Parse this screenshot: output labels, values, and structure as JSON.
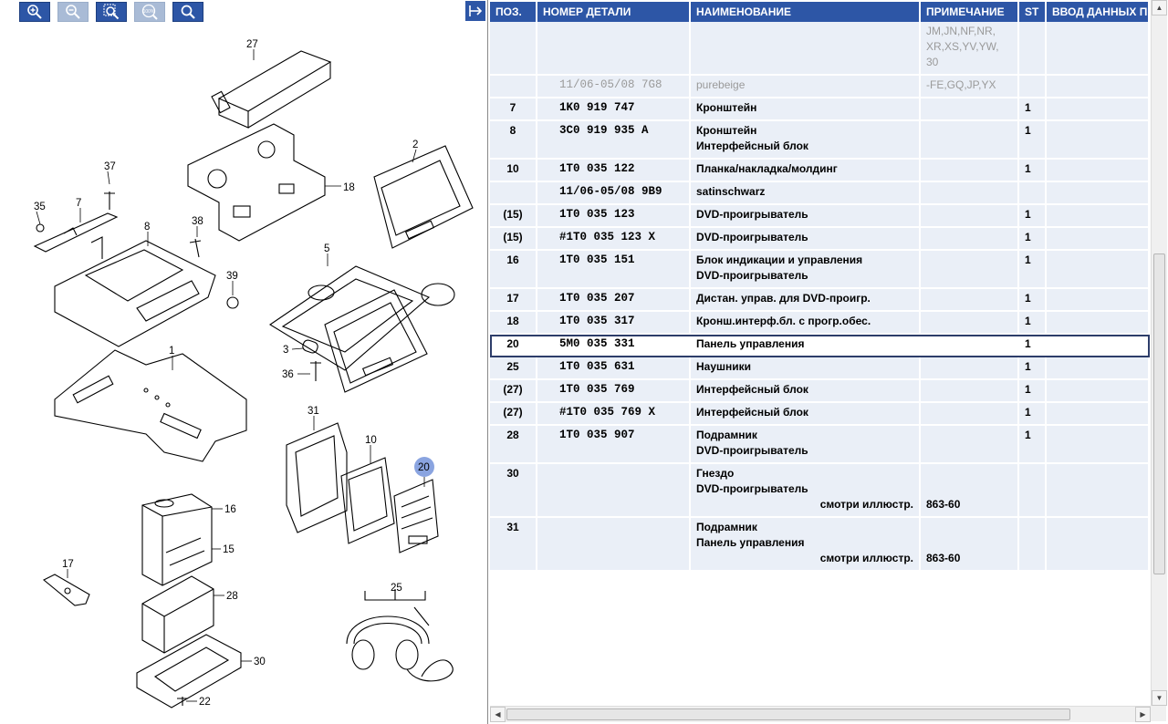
{
  "toolbar": {
    "buttons": [
      {
        "name": "zoom-in-button",
        "icon": "zoom-in-icon",
        "enabled": true
      },
      {
        "name": "zoom-out-button",
        "icon": "zoom-out-icon",
        "enabled": false
      },
      {
        "name": "zoom-area-button",
        "icon": "zoom-area-icon",
        "enabled": true
      },
      {
        "name": "zoom-100-button",
        "icon": "zoom-100-icon",
        "label": "100%",
        "enabled": false
      },
      {
        "name": "search-button",
        "icon": "search-icon",
        "enabled": true
      }
    ],
    "split_icon": "pin-arrow-icon"
  },
  "diagram": {
    "callouts": [
      "27",
      "18",
      "2",
      "37",
      "35",
      "7",
      "8",
      "38",
      "39",
      "5",
      "1",
      "3",
      "36",
      "31",
      "10",
      "20",
      "16",
      "15",
      "17",
      "28",
      "25",
      "30",
      "22"
    ],
    "highlighted_callout": "20"
  },
  "table": {
    "headers": {
      "pos": "ПОЗ.",
      "part": "НОМЕР ДЕТАЛИ",
      "name": "НАИМЕНОВАНИЕ",
      "note": "ПРИМЕЧАНИЕ",
      "st": "ST",
      "data": "ВВОД ДАННЫХ П"
    },
    "rows": [
      {
        "pos": "",
        "part": "",
        "name": "",
        "note_lines": [
          "JM,JN,NF,NR,",
          "XR,XS,YV,YW,",
          "30"
        ],
        "st": "",
        "grey": true
      },
      {
        "pos": "",
        "part": "11/06-05/08 7G8",
        "name": "purebeige",
        "note_lines": [
          "-FE,GQ,JP,YX"
        ],
        "st": "",
        "grey": true
      },
      {
        "pos": "7",
        "part": "1K0 919 747",
        "name_lines": [
          "Кронштейн"
        ],
        "st": "1"
      },
      {
        "pos": "8",
        "part": "3C0 919 935  A",
        "name_lines": [
          "Кронштейн",
          "Интерфейсный блок"
        ],
        "st": "1"
      },
      {
        "pos": "10",
        "part": "1T0 035 122",
        "name_lines": [
          "Планка/накладка/молдинг"
        ],
        "st": "1"
      },
      {
        "pos": "",
        "part": "11/06-05/08 9B9",
        "name_lines": [
          "satinschwarz"
        ],
        "st": ""
      },
      {
        "pos": "(15)",
        "part": "1T0 035 123",
        "name_lines": [
          "DVD-проигрыватель"
        ],
        "st": "1"
      },
      {
        "pos": "(15)",
        "part": "#1T0 035 123  X",
        "name_lines": [
          "DVD-проигрыватель"
        ],
        "st": "1"
      },
      {
        "pos": "16",
        "part": "1T0 035 151",
        "name_lines": [
          "Блок индикации и управления",
          "DVD-проигрыватель"
        ],
        "st": "1"
      },
      {
        "pos": "17",
        "part": "1T0 035 207",
        "name_lines": [
          "Дистан. управ. для DVD-проигр."
        ],
        "st": "1"
      },
      {
        "pos": "18",
        "part": "1T0 035 317",
        "name_lines": [
          "Кронш.интерф.бл. с прогр.обес."
        ],
        "st": "1"
      },
      {
        "pos": "20",
        "part": "5M0 035 331",
        "name_lines": [
          "Панель управления"
        ],
        "st": "1",
        "selected": true
      },
      {
        "pos": "25",
        "part": "1T0 035 631",
        "name_lines": [
          "Наушники"
        ],
        "st": "1"
      },
      {
        "pos": "(27)",
        "part": "1T0 035 769",
        "name_lines": [
          "Интерфейсный блок"
        ],
        "st": "1"
      },
      {
        "pos": "(27)",
        "part": "#1T0 035 769  X",
        "name_lines": [
          "Интерфейсный блок"
        ],
        "st": "1"
      },
      {
        "pos": "28",
        "part": "1T0 035 907",
        "name_lines": [
          "Подрамник",
          "DVD-проигрыватель"
        ],
        "st": "1"
      },
      {
        "pos": "30",
        "part": "",
        "name_lines": [
          "Гнездо",
          "DVD-проигрыватель"
        ],
        "see_label": "смотри иллюстр.",
        "see_ref": "863-60",
        "st": ""
      },
      {
        "pos": "31",
        "part": "",
        "name_lines": [
          "Подрамник",
          "Панель управления"
        ],
        "see_label": "смотри иллюстр.",
        "see_ref": "863-60",
        "st": ""
      }
    ]
  },
  "colors": {
    "accent": "#2d56a6",
    "row_bg": "#eaeff7",
    "highlight_circle": "#8aa4e0"
  }
}
